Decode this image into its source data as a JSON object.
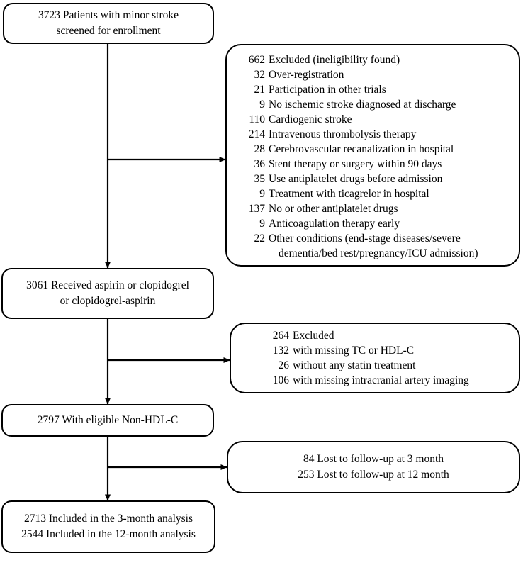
{
  "figure": {
    "type": "study-flow-diagram",
    "stroke_color": "#000000",
    "background_color": "#ffffff"
  },
  "nodes": {
    "screened": {
      "name": "screened-box",
      "lines": [
        "3723 Patients with minor stroke",
        "screened for enrollment"
      ]
    },
    "excluded_1": {
      "name": "first-exclusion-box",
      "items": [
        {
          "count": "662",
          "text": "Excluded (ineligibility found)"
        },
        {
          "count": "32",
          "text": "Over-registration"
        },
        {
          "count": "21",
          "text": "Participation in other trials"
        },
        {
          "count": "9",
          "text": "No ischemic stroke diagnosed at discharge"
        },
        {
          "count": "110",
          "text": "Cardiogenic stroke"
        },
        {
          "count": "214",
          "text": "Intravenous thrombolysis therapy"
        },
        {
          "count": "28",
          "text": "Cerebrovascular recanalization in hospital"
        },
        {
          "count": "36",
          "text": "Stent therapy or surgery within 90 days"
        },
        {
          "count": "35",
          "text": "Use antiplatelet drugs before admission"
        },
        {
          "count": "9",
          "text": "Treatment with ticagrelor in hospital"
        },
        {
          "count": "137",
          "text": "No or other antiplatelet drugs"
        },
        {
          "count": "9",
          "text": "Anticoagulation therapy early"
        },
        {
          "count": "22",
          "text": "Other conditions (end-stage diseases/severe"
        }
      ],
      "continuation": "dementia/bed rest/pregnancy/ICU admission)"
    },
    "received": {
      "name": "received-treatment-box",
      "lines": [
        "3061 Received aspirin or clopidogrel",
        "or clopidogrel-aspirin"
      ]
    },
    "excluded_2": {
      "name": "second-exclusion-box",
      "items": [
        {
          "count": "264",
          "text": "Excluded"
        },
        {
          "count": "132",
          "text": "with missing TC or HDL-C"
        },
        {
          "count": "26",
          "text": "without any statin treatment"
        },
        {
          "count": "106",
          "text": "with missing intracranial artery imaging"
        }
      ]
    },
    "eligible": {
      "name": "eligible-nonhdlc-box",
      "lines": [
        "2797 With eligible Non-HDL-C"
      ]
    },
    "lost": {
      "name": "lost-to-followup-box",
      "lines": [
        "84 Lost to follow-up at 3 month",
        "253 Lost to follow-up at 12 month"
      ]
    },
    "included": {
      "name": "included-analysis-box",
      "lines": [
        "2713 Included in the 3-month analysis",
        "2544 Included in the 12-month analysis"
      ]
    }
  }
}
